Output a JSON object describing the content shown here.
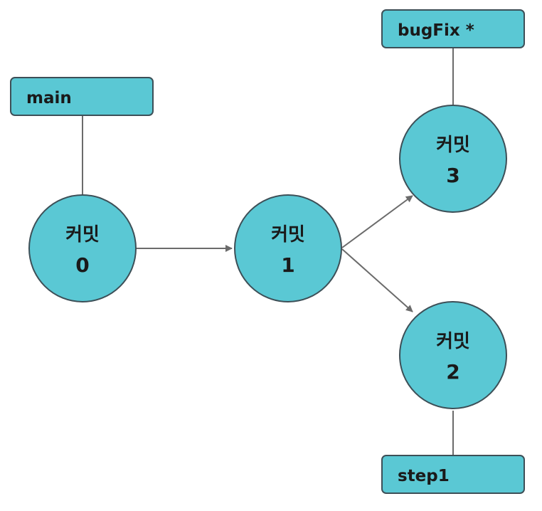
{
  "colors": {
    "fill": "#5ac8d4",
    "stroke": "#3d4f57",
    "line": "#6b6b6b",
    "text": "#1a1a1a"
  },
  "commits": {
    "c0": {
      "title": "커밋",
      "number": "0"
    },
    "c1": {
      "title": "커밋",
      "number": "1"
    },
    "c2": {
      "title": "커밋",
      "number": "2"
    },
    "c3": {
      "title": "커밋",
      "number": "3"
    }
  },
  "branches": {
    "main": "main",
    "bugfix": "bugFix *",
    "step1": "step1"
  }
}
